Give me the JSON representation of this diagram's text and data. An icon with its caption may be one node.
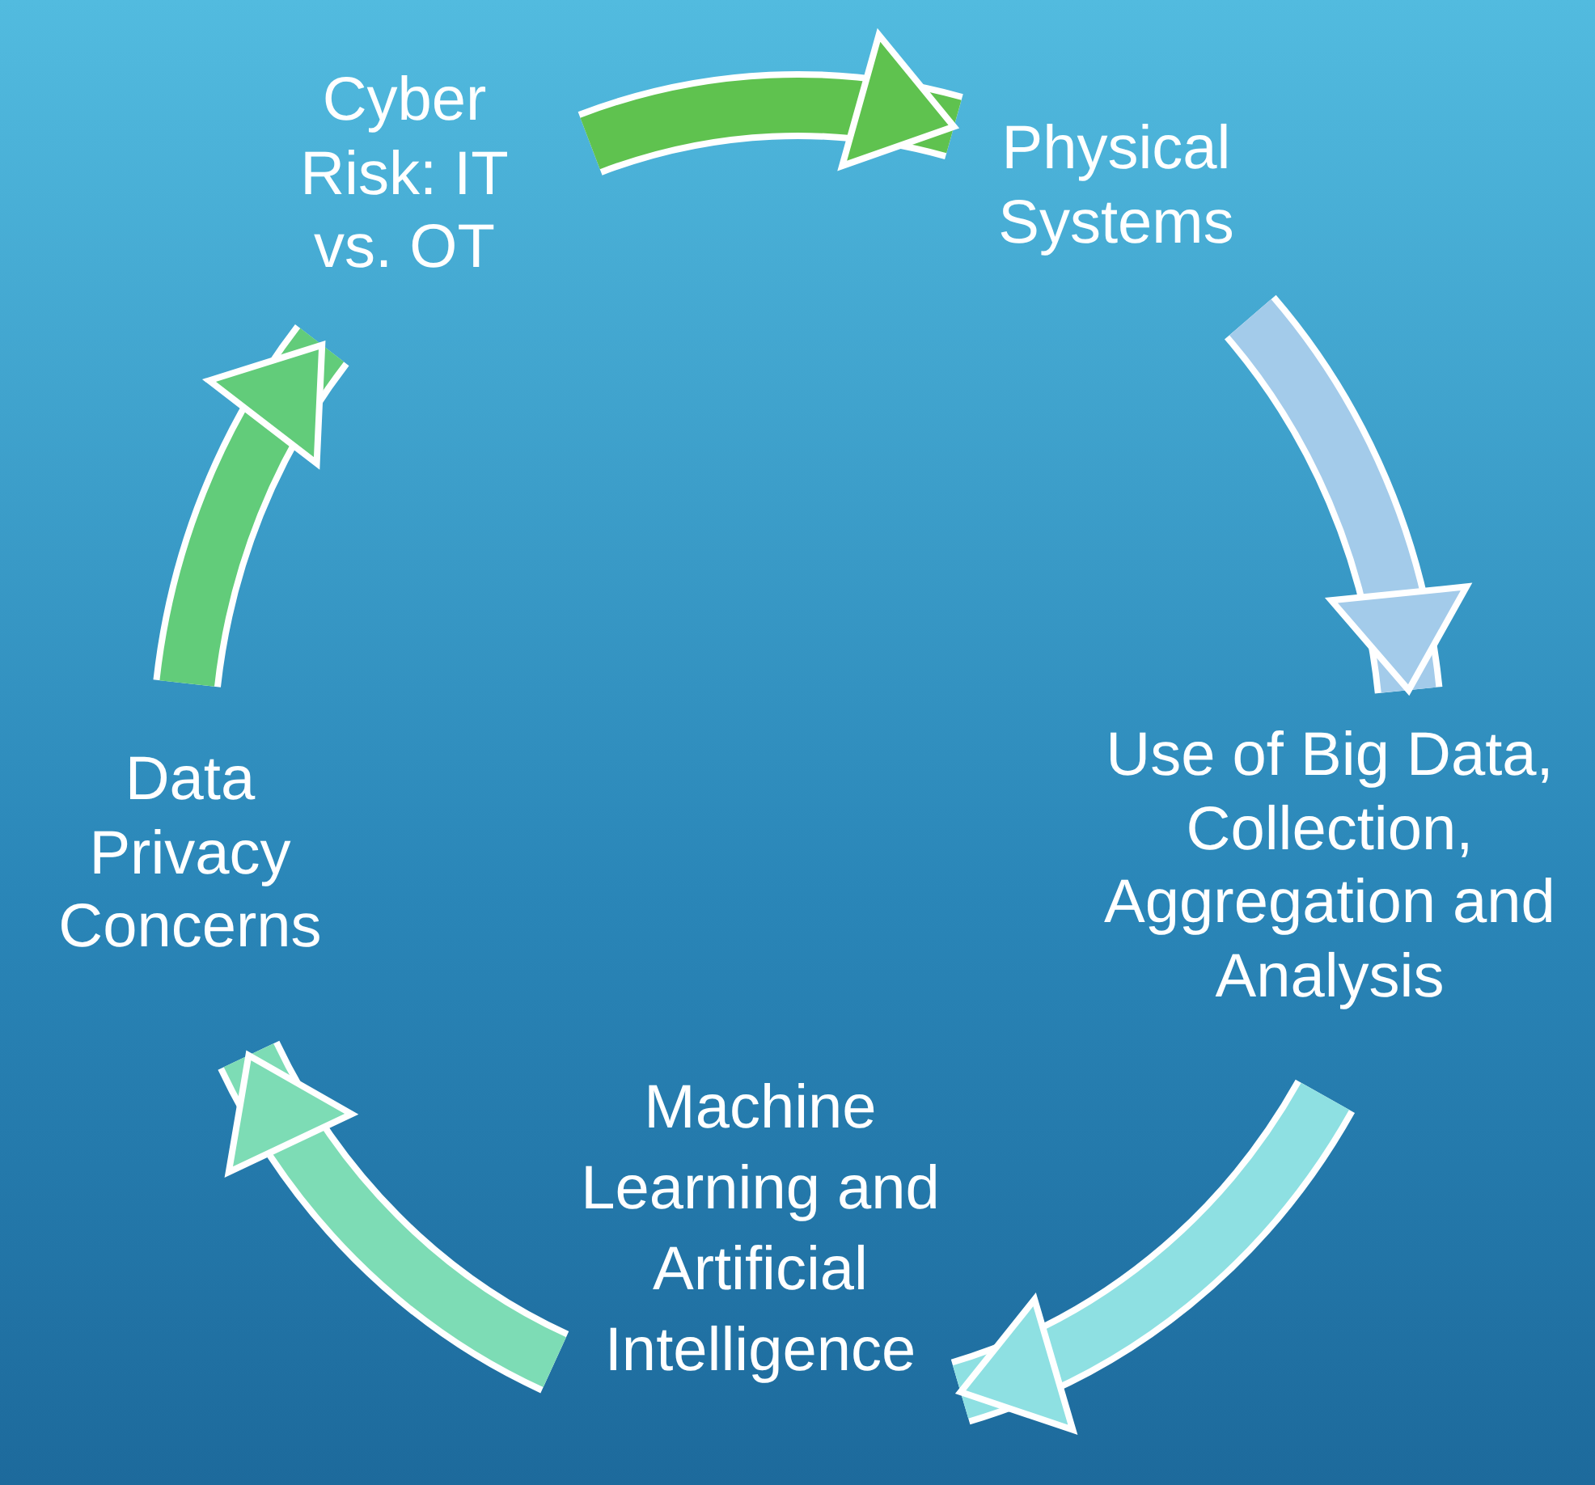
{
  "diagram": {
    "nodes": [
      {
        "text": [
          "Cyber Risk: IT vs. OT"
        ]
      },
      {
        "text": [
          "Physical Systems"
        ]
      },
      {
        "text": [
          "Use of Big Data, Collection, Aggregation and Analysis"
        ]
      },
      {
        "text": [
          "Machine Learning and Artificial Intelligence"
        ]
      },
      {
        "text": [
          "Data Privacy Concerns"
        ]
      }
    ],
    "edges": [
      {
        "from": 0,
        "to": 1,
        "arrow": "to",
        "color": "#5fc24f"
      },
      {
        "from": 1,
        "to": 2,
        "arrow": "to",
        "color": "#a3cbea"
      },
      {
        "from": 2,
        "to": 3,
        "arrow": "to",
        "color": "#8ee0e2"
      },
      {
        "from": 3,
        "to": 4,
        "arrow": "to",
        "color": "#7ddcb5"
      },
      {
        "from": 4,
        "to": 0,
        "arrow": "to",
        "color": "#62cc7a"
      }
    ]
  }
}
